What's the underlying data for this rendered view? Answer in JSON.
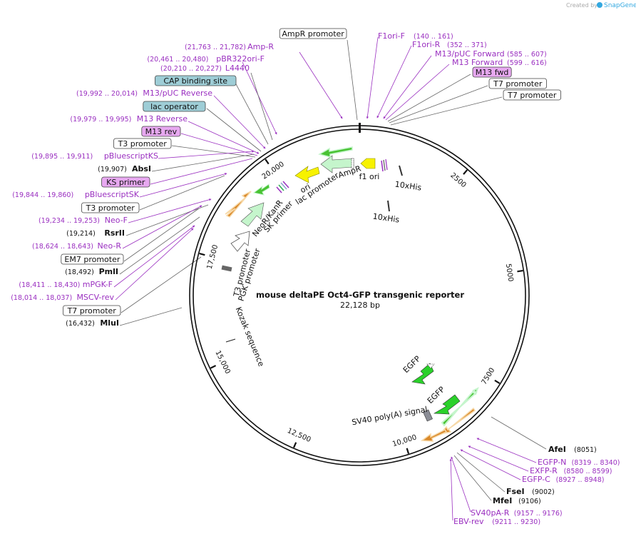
{
  "app": {
    "credit": "Created by",
    "brand": "SnapGene"
  },
  "plasmid": {
    "name": "mouse deltaPE Oct4-GFP transgenic reporter",
    "size": "22,128 bp",
    "total_bp": 22128
  },
  "colors": {
    "purple": "#9a2fc0",
    "boxed_blue": "#9ecdd6",
    "boxed_pink": "#e7a8f0",
    "green": "#3fd13a",
    "yellow": "#f7f200",
    "light_green": "#c5f5cc",
    "orange": "#f2a23a"
  },
  "ticks": [
    {
      "bp": 2500,
      "label": "2500"
    },
    {
      "bp": 5000,
      "label": "5000"
    },
    {
      "bp": 7500,
      "label": "7500"
    },
    {
      "bp": 10000,
      "label": "10,000"
    },
    {
      "bp": 12500,
      "label": "12,500"
    },
    {
      "bp": 15000,
      "label": "15,000"
    },
    {
      "bp": 17500,
      "label": "17,500"
    },
    {
      "bp": 20000,
      "label": "20,000"
    }
  ],
  "labels_left": [
    {
      "range": "",
      "name": "AmpR promoter",
      "style": "box"
    },
    {
      "range": "(21,763 .. 21,782)",
      "name": "Amp-R",
      "style": "plain"
    },
    {
      "range": "(20,461 .. 20,480)",
      "name": "pBR322ori-F",
      "style": "plain"
    },
    {
      "range": "(20,210 .. 20,227)",
      "name": "L4440",
      "style": "plain"
    },
    {
      "range": "",
      "name": "CAP binding site",
      "style": "box-blue"
    },
    {
      "range": "(19,992 .. 20,014)",
      "name": "M13/pUC Reverse",
      "style": "plain"
    },
    {
      "range": "",
      "name": "lac operator",
      "style": "box-blue"
    },
    {
      "range": "(19,979 .. 19,995)",
      "name": "M13 Reverse",
      "style": "plain"
    },
    {
      "range": "",
      "name": "M13 rev",
      "style": "box-pink"
    },
    {
      "range": "",
      "name": "T3 promoter",
      "style": "box"
    },
    {
      "range": "(19,895 .. 19,911)",
      "name": "pBluescriptKS",
      "style": "plain"
    },
    {
      "range": "(19,907)",
      "name": "AbsI",
      "style": "enzyme"
    },
    {
      "range": "",
      "name": "KS primer",
      "style": "box-pink"
    },
    {
      "range": "(19,844 .. 19,860)",
      "name": "pBluescriptSK",
      "style": "plain"
    },
    {
      "range": "",
      "name": "T3 promoter",
      "style": "box"
    },
    {
      "range": "(19,234 .. 19,253)",
      "name": "Neo-F",
      "style": "plain"
    },
    {
      "range": "(19,214)",
      "name": "RsrII",
      "style": "enzyme"
    },
    {
      "range": "(18,624 .. 18,643)",
      "name": "Neo-R",
      "style": "plain"
    },
    {
      "range": "",
      "name": "EM7 promoter",
      "style": "box"
    },
    {
      "range": "(18,492)",
      "name": "PmlI",
      "style": "enzyme"
    },
    {
      "range": "(18,411 .. 18,430)",
      "name": "mPGK-F",
      "style": "plain"
    },
    {
      "range": "(18,014 .. 18,037)",
      "name": "MSCV-rev",
      "style": "plain"
    },
    {
      "range": "",
      "name": "T7 promoter",
      "style": "box"
    },
    {
      "range": "(16,432)",
      "name": "MluI",
      "style": "enzyme"
    }
  ],
  "labels_top_right": [
    {
      "name": "F1ori-F",
      "range": "(140 .. 161)"
    },
    {
      "name": "F1ori-R",
      "range": "(352 .. 371)"
    },
    {
      "name": "M13/pUC Forward",
      "range": "(585 .. 607)"
    },
    {
      "name": "M13 Forward",
      "range": "(599 .. 616)"
    },
    {
      "name": "M13 fwd",
      "range": ""
    },
    {
      "name": "T7 promoter",
      "range": ""
    },
    {
      "name": "T7 promoter",
      "range": ""
    }
  ],
  "labels_bottom_right": [
    {
      "name": "AfeI",
      "range": "(8051)",
      "style": "enzyme"
    },
    {
      "name": "EGFP-N",
      "range": "(8319 .. 8340)",
      "style": "plain"
    },
    {
      "name": "EXFP-R",
      "range": "(8580 .. 8599)",
      "style": "plain"
    },
    {
      "name": "EGFP-C",
      "range": "(8927 .. 8948)",
      "style": "plain"
    },
    {
      "name": "FseI",
      "range": "(9002)",
      "style": "enzyme"
    },
    {
      "name": "MfeI",
      "range": "(9106)",
      "style": "enzyme"
    },
    {
      "name": "SV40pA-R",
      "range": "(9157 .. 9176)",
      "style": "plain"
    },
    {
      "name": "EBV-rev",
      "range": "(9211 .. 9230)",
      "style": "plain"
    }
  ],
  "features": {
    "ampr": "AmpR",
    "f1ori": "f1 ori",
    "ori": "ori",
    "lac_promoter": "lac promoter",
    "sk_primer": "SK primer",
    "neo_kanr": "NeoR/KanR",
    "t3_promoter_inner": "T3 promoter",
    "pgk_promoter": "PGK promoter",
    "kozak": "Kozak sequence",
    "his1": "10xHis",
    "his2": "10xHis",
    "egfp1": "EGFP",
    "egfp2": "EGFP",
    "sv40": "SV40 poly(A) signal"
  }
}
